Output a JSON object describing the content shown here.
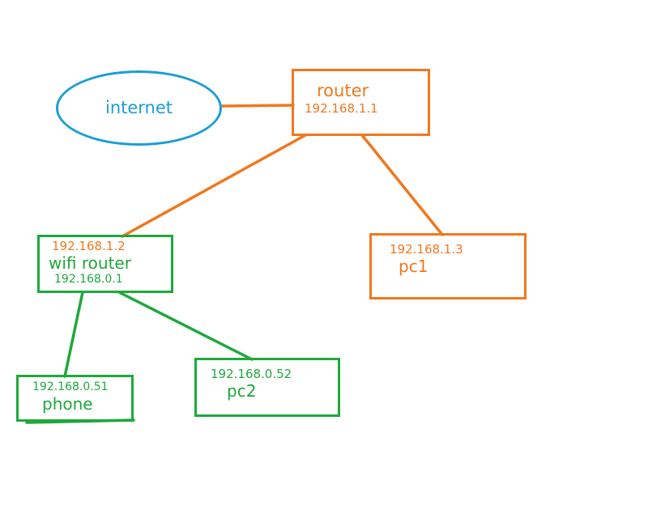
{
  "colors": {
    "internet": "#1b9ed6",
    "wan": "#f0781e",
    "lan": "#1fa83c"
  },
  "nodes": {
    "internet": {
      "label": "internet"
    },
    "router": {
      "label": "router",
      "ip": "192.168.1.1"
    },
    "pc1": {
      "label": "pc1",
      "ip": "192.168.1.3"
    },
    "wifi_router": {
      "label": "wifi router",
      "wan_ip": "192.168.1.2",
      "lan_ip": "192.168.0.1"
    },
    "phone": {
      "label": "phone",
      "ip": "192.168.0.51"
    },
    "pc2": {
      "label": "pc2",
      "ip": "192.168.0.52"
    }
  },
  "edges": [
    {
      "from": "internet",
      "to": "router"
    },
    {
      "from": "router",
      "to": "wifi_router"
    },
    {
      "from": "router",
      "to": "pc1"
    },
    {
      "from": "wifi_router",
      "to": "phone"
    },
    {
      "from": "wifi_router",
      "to": "pc2"
    }
  ]
}
